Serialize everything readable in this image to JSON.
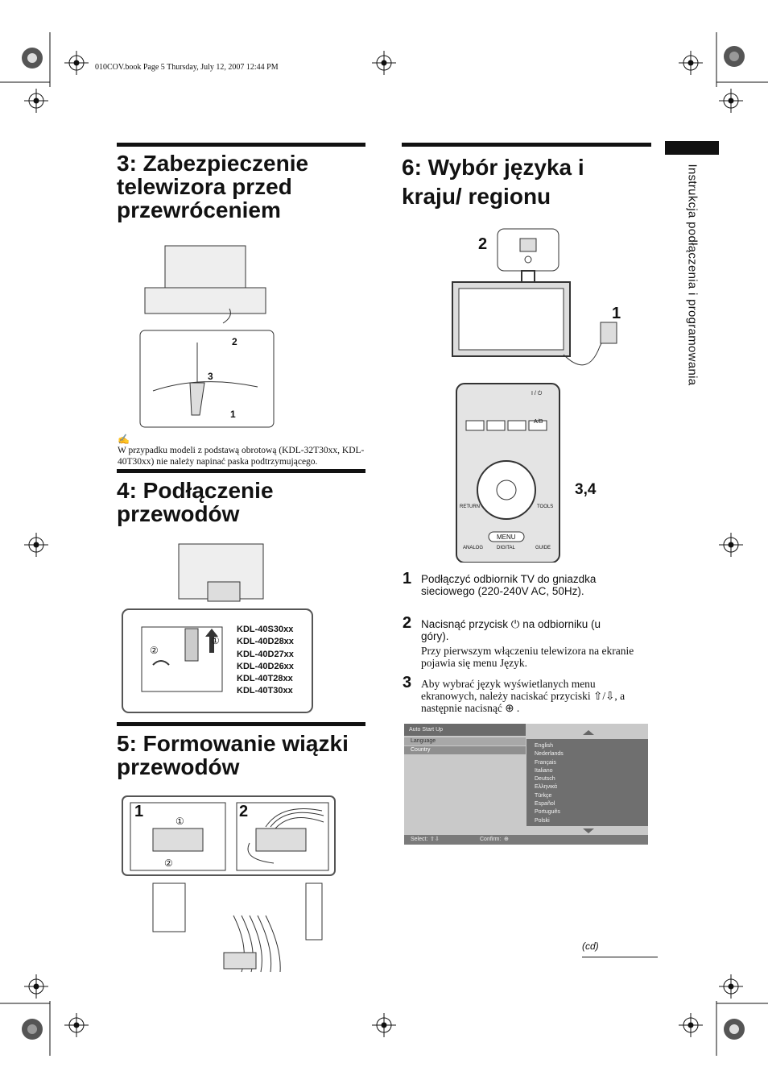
{
  "header_stamp": "010COV.book  Page 5  Thursday, July 12, 2007  12:44 PM",
  "side_tab_text": "Instrukcja podłączenia i programowania",
  "section3": {
    "title": "3: Zabezpieczenie telewizora przed przewróceniem",
    "callouts": [
      "2",
      "3",
      "1"
    ],
    "note_icon": "pencil-note-icon",
    "note": "W przypadku modeli z podstawą obrotową (KDL-32T30xx, KDL-40T30xx) nie należy napinać paska podtrzymującego."
  },
  "section4": {
    "title": "4: Podłączenie przewodów",
    "callouts": [
      "①",
      "②"
    ],
    "models": [
      "KDL-40S30xx",
      "KDL-40D28xx",
      "KDL-40D27xx",
      "KDL-40D26xx",
      "KDL-40T28xx",
      "KDL-40T30xx"
    ]
  },
  "section5": {
    "title": "5: Formowanie wiązki przewodów",
    "panel_labels": [
      "1",
      "2"
    ],
    "callouts": [
      "①",
      "②"
    ]
  },
  "section6": {
    "title": "6: Wybór języka i kraju/ regionu",
    "tv_callouts": [
      "2",
      "1"
    ],
    "remote_callout": "3,4",
    "remote_labels": {
      "power": "I / ⏻",
      "ab": "A/B",
      "return": "RETURN",
      "tools": "TOOLS",
      "menu": "MENU",
      "analog": "ANALOG",
      "digital": "DIGITAL",
      "guide": "GUIDE"
    },
    "steps": [
      {
        "num": "1",
        "text": "Podłączyć odbiornik TV do gniazdka sieciowego (220-240V AC, 50Hz)."
      },
      {
        "num": "2",
        "text_before": "Nacisnąć przycisk",
        "power_symbol": "⏻",
        "text_after": "na odbiorniku (u góry).",
        "sub": "Przy pierwszym włączeniu telewizora na ekranie pojawia się menu Język."
      },
      {
        "num": "3",
        "text": "Aby wybrać język wyświetlanych menu ekranowych, należy naciskać przyciski ⇧/⇩, a następnie nacisnąć ⊕ ."
      }
    ],
    "menu": {
      "title": "Auto Start Up",
      "items": [
        "Language",
        "Country"
      ],
      "languages": [
        "English",
        "Nederlands",
        "Français",
        "Italiano",
        "Deutsch",
        "Ελληνικά",
        "Türkçe",
        "Español",
        "Português",
        "Polski"
      ],
      "footer_select": "Select:",
      "footer_confirm": "Confirm:"
    }
  },
  "page_footer": "(cd)"
}
